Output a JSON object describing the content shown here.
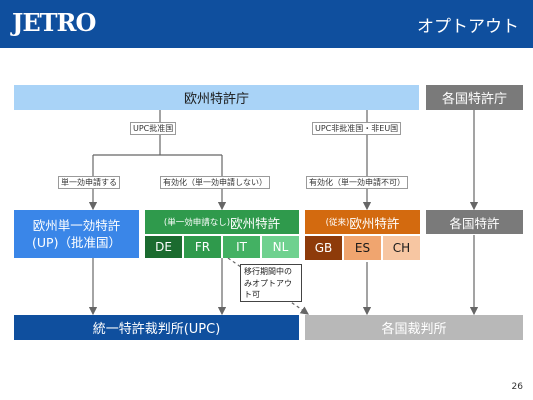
{
  "header": {
    "logo": "JETRO",
    "title": "オプトアウト"
  },
  "top": {
    "epo": "欧州特許庁",
    "national_office": "各国特許庁"
  },
  "labels": {
    "upc_ratified": "UPC批准国",
    "upc_non_ratified": "UPC非批准国・非EU国",
    "unitary_request": "単一効申請する",
    "validation_no_request": "有効化（単一効申請しない）",
    "validation_not_possible": "有効化（単一効申請不可）"
  },
  "boxes": {
    "unitary_patent": [
      "欧州単一効特許",
      "(UP)（批准国）"
    ],
    "ep_no_request": {
      "prefix": "(単一効申請なし)",
      "main": "欧州特許",
      "countries": [
        "DE",
        "FR",
        "IT",
        "NL"
      ]
    },
    "ep_conventional": {
      "prefix": "(従来)",
      "main": "欧州特許",
      "countries": [
        "GB",
        "ES",
        "CH"
      ]
    },
    "national_patent": "各国特許"
  },
  "note": [
    "移行期間中の",
    "みオプトアウ",
    "ト可"
  ],
  "courts": {
    "upc": "統一特許裁判所(UPC)",
    "national": "各国裁判所"
  },
  "page_number": "26",
  "colors": {
    "header": "#0f4f9e",
    "epo": "#a9d3f7",
    "unitary": "#3a86e8",
    "ep_green_dark": "#1b6b2f",
    "ep_green": "#2f9a4c",
    "ep_green_light": "#57c27c",
    "ep_orange": "#d36a0f",
    "ep_orange_dark": "#8e3b0a",
    "ep_peach": "#f5b688",
    "grey": "#7a7a7a",
    "upc_court": "#0f4f9e",
    "national_court": "#b8b8b8"
  }
}
